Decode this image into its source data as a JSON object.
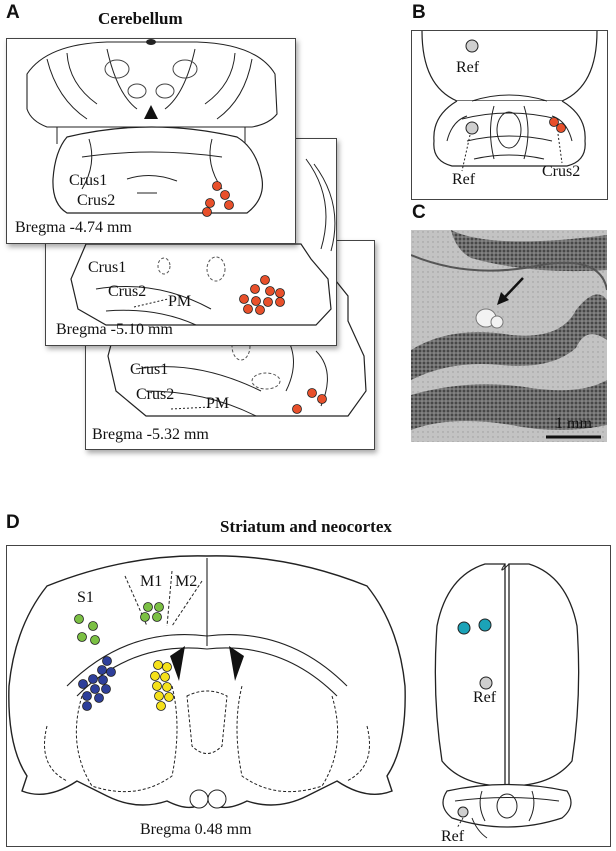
{
  "panel_a": {
    "letter": "A",
    "title": "Cerebellum",
    "sections": [
      {
        "bregma": "Bregma -4.74 mm",
        "crus1": "Crus1",
        "crus2": "Crus2"
      },
      {
        "bregma": "Bregma -5.10 mm",
        "crus1": "Crus1",
        "crus2": "Crus2",
        "pm": "PM"
      },
      {
        "bregma": "Bregma -5.32 mm",
        "crus1": "Crus1",
        "crus2": "Crus2",
        "pm": "PM"
      }
    ]
  },
  "panel_b": {
    "letter": "B",
    "ref_top": "Ref",
    "ref_bottom": "Ref",
    "crus2": "Crus2"
  },
  "panel_c": {
    "letter": "C",
    "scale": "1 mm"
  },
  "panel_d": {
    "letter": "D",
    "title": "Striatum and neocortex",
    "s1": "S1",
    "m1": "M1",
    "m2": "M2",
    "bregma": "Bregma 0.48 mm",
    "ref_top": "Ref",
    "ref_bottom": "Ref"
  },
  "colors": {
    "orange": "#e8502b",
    "green": "#7bc043",
    "blue": "#2e3f9a",
    "yellow": "#f5e11a",
    "cyan": "#1ba3b8",
    "gray": "#cfcfcf",
    "outline": "#222222"
  }
}
